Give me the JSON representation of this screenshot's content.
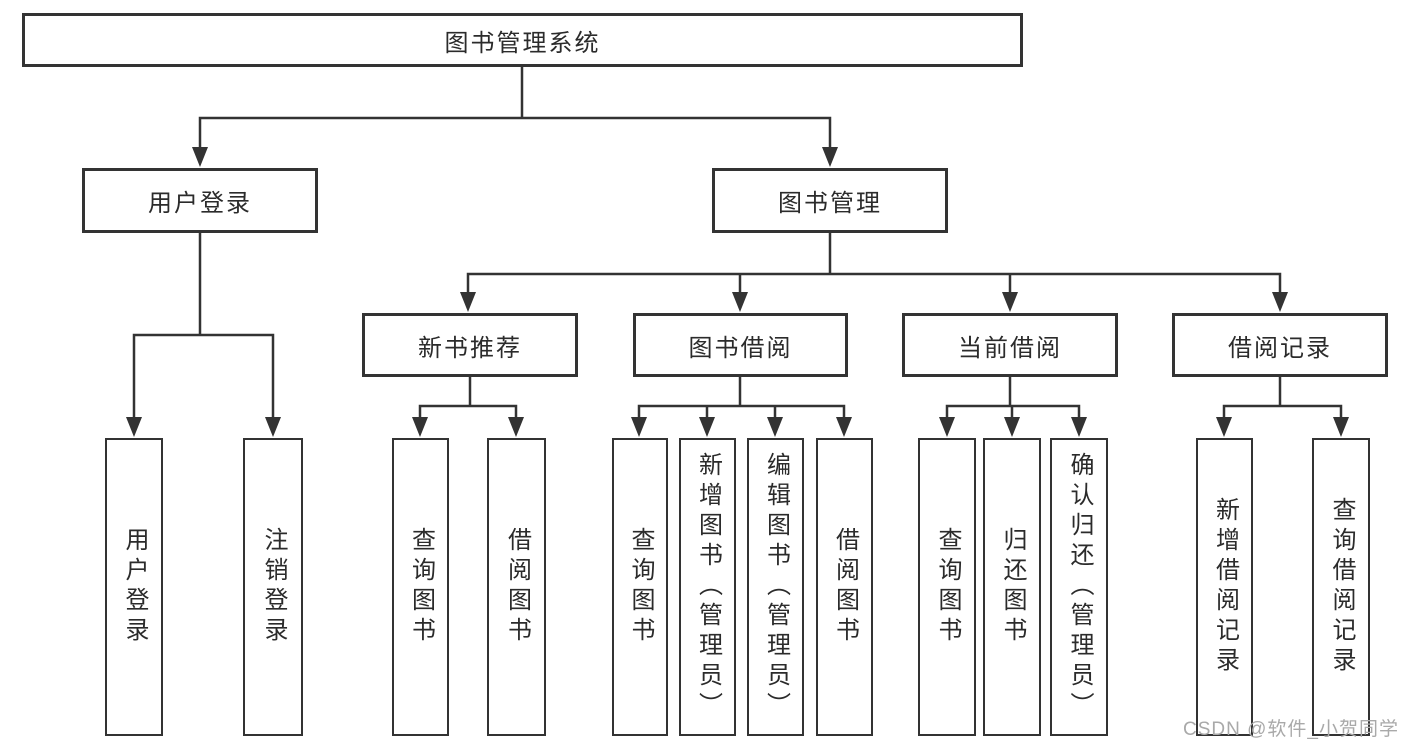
{
  "tree": {
    "label": "图书管理系统",
    "children": [
      {
        "label": "用户登录",
        "children": [
          {
            "label": "用户登录"
          },
          {
            "label": "注销登录"
          }
        ]
      },
      {
        "label": "图书管理",
        "children": [
          {
            "label": "新书推荐",
            "children": [
              {
                "label": "查询图书"
              },
              {
                "label": "借阅图书"
              }
            ]
          },
          {
            "label": "图书借阅",
            "children": [
              {
                "label": "查询图书"
              },
              {
                "label": "新增图书（管理员）"
              },
              {
                "label": "编辑图书（管理员）"
              },
              {
                "label": "借阅图书"
              }
            ]
          },
          {
            "label": "当前借阅",
            "children": [
              {
                "label": "查询图书"
              },
              {
                "label": "归还图书"
              },
              {
                "label": "确认归还（管理员）"
              }
            ]
          },
          {
            "label": "借阅记录",
            "children": [
              {
                "label": "新增借阅记录"
              },
              {
                "label": "查询借阅记录"
              }
            ]
          }
        ]
      }
    ]
  },
  "watermark": {
    "text": "CSDN @软件_小贺同学"
  },
  "colors": {
    "line": "#333333",
    "box_border": "#333333",
    "text": "#2b2b2b",
    "watermark": "#a9a9a9",
    "background": "#ffffff"
  }
}
